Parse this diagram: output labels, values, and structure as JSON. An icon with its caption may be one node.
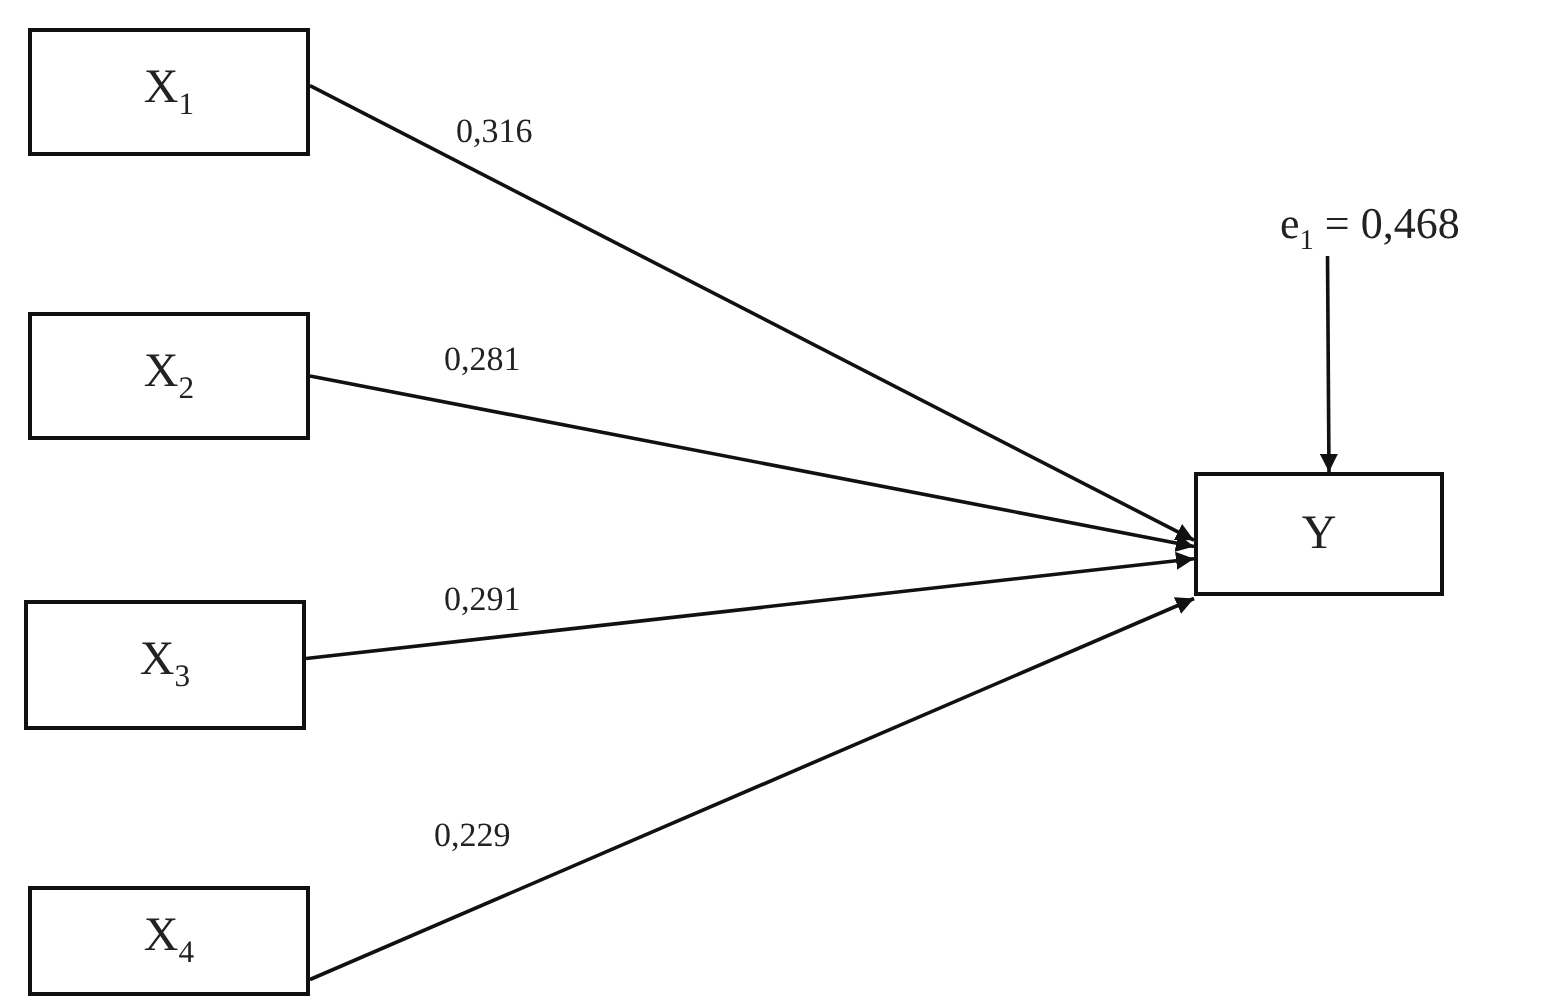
{
  "diagram": {
    "nodes": [
      {
        "text": [
          "X$_{1}$"
        ]
      },
      {
        "text": [
          "X$_{2}$"
        ]
      },
      {
        "text": [
          "X$_{3}$"
        ]
      },
      {
        "text": [
          "X$_{4}$"
        ]
      },
      {
        "text": [
          "Y"
        ]
      },
      {
        "text": [
          "e$_{1}$ = 0,468"
        ]
      }
    ],
    "edges": [
      {
        "from": 0,
        "to": 4,
        "arrow": "to",
        "label": "0,316"
      },
      {
        "from": 1,
        "to": 4,
        "arrow": "to",
        "label": "0,281"
      },
      {
        "from": 2,
        "to": 4,
        "arrow": "to",
        "label": "0,291"
      },
      {
        "from": 3,
        "to": 4,
        "arrow": "to",
        "label": "0,229"
      },
      {
        "from": 5,
        "to": 4,
        "arrow": "to"
      }
    ]
  }
}
